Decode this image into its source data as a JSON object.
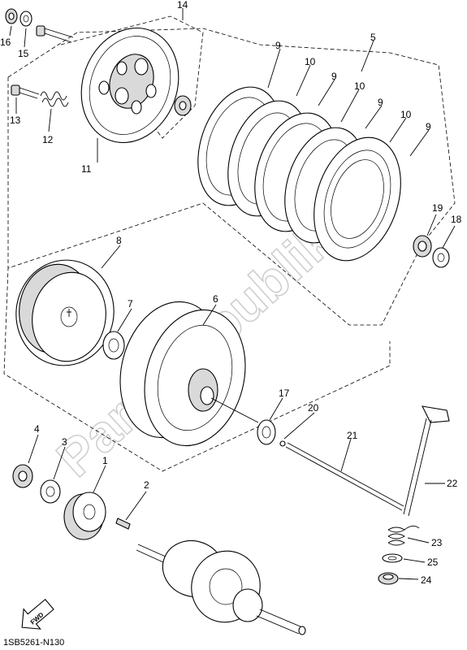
{
  "diagram": {
    "doc_code": "1SB5261-N130",
    "watermark": "PartsRepublik",
    "direction_label": "FWD",
    "callouts": [
      "1",
      "2",
      "3",
      "4",
      "5",
      "6",
      "7",
      "8",
      "9",
      "10",
      "11",
      "12",
      "13",
      "14",
      "15",
      "16",
      "17",
      "18",
      "19",
      "20",
      "21",
      "22",
      "23",
      "24",
      "25"
    ],
    "icons": [
      "fwd-arrow-icon"
    ]
  }
}
